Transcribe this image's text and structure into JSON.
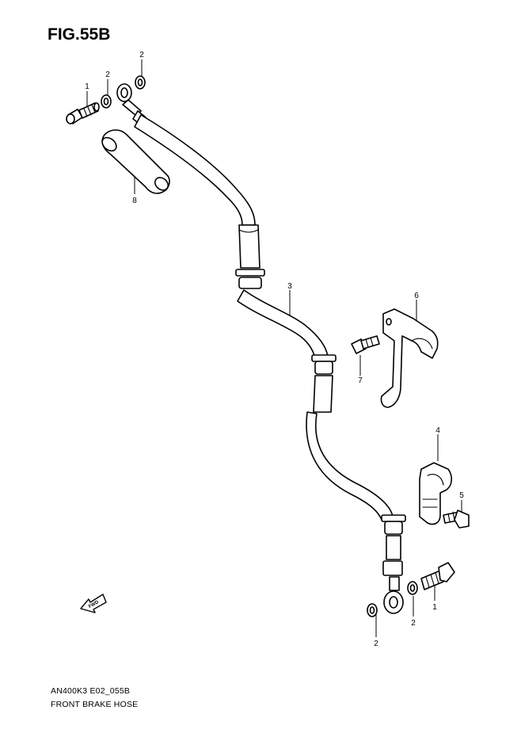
{
  "figure": {
    "title": "FIG.55B"
  },
  "footer": {
    "code": "AN400K3 E02_055B",
    "name": "FRONT BRAKE  HOSE"
  },
  "callouts": {
    "c1_top": "1",
    "c2_top_a": "2",
    "c2_top_b": "2",
    "c8": "8",
    "c3": "3",
    "c6": "6",
    "c7": "7",
    "c4": "4",
    "c5": "5",
    "c1_bottom": "1",
    "c2_bottom_a": "2",
    "c2_bottom_b": "2"
  },
  "fwd_mark": {
    "label": "FWD"
  }
}
